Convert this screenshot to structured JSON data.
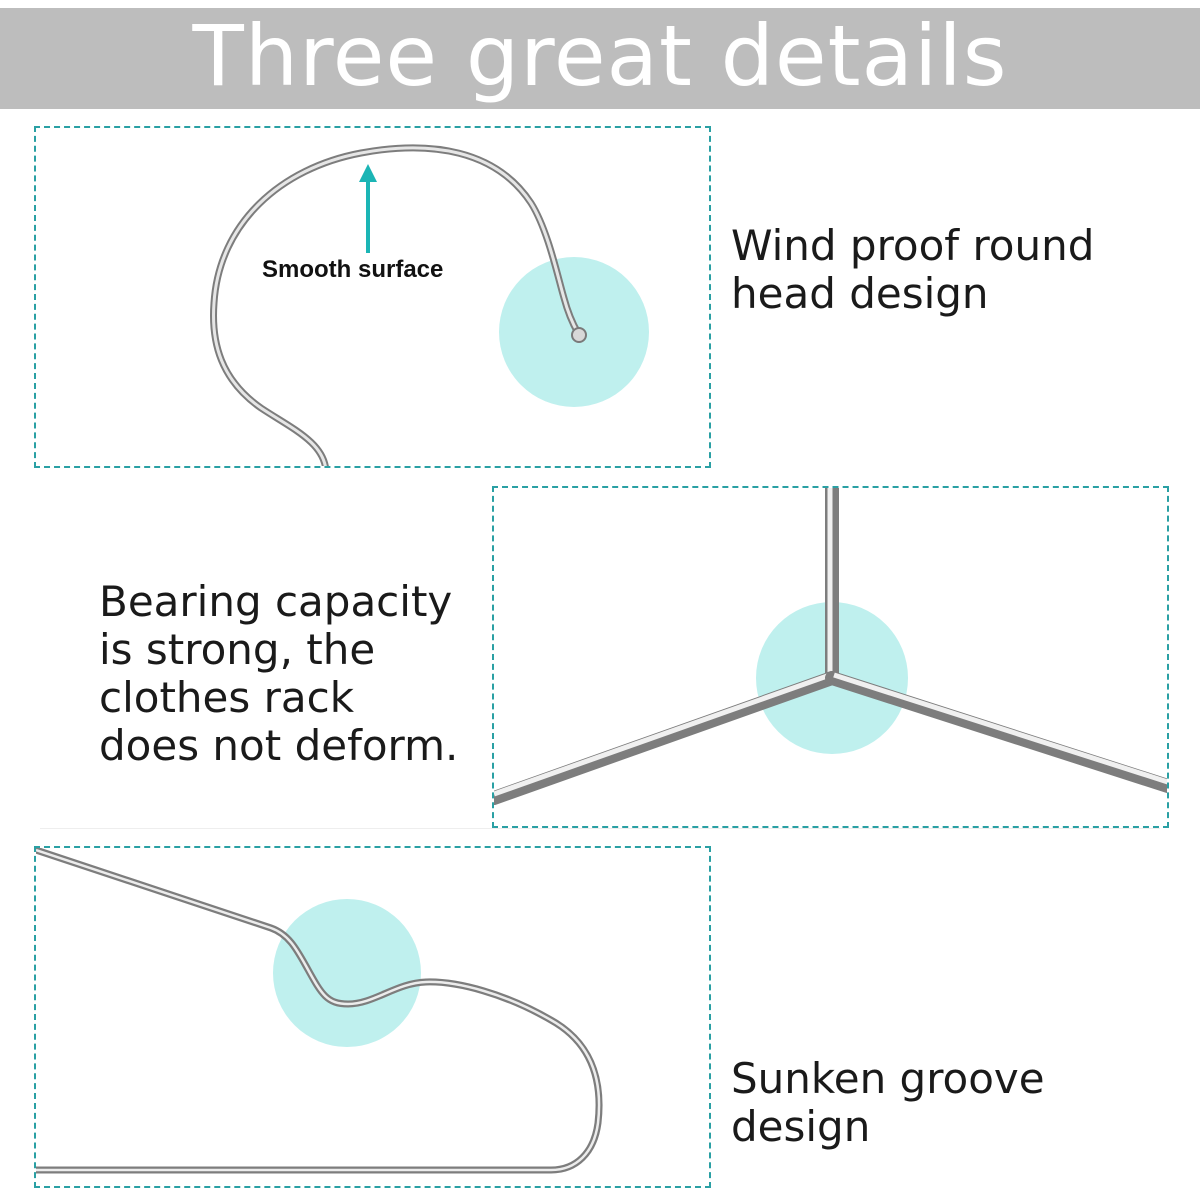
{
  "header": {
    "title": "Three great details"
  },
  "colors": {
    "accent": "#2aa0a4",
    "highlight": "#bff0ee",
    "header_bg": "#bdbdbd",
    "header_text": "#ffffff"
  },
  "details": [
    {
      "text": "Wind proof round\nhead design",
      "callout": "Smooth surface",
      "icon": "hanger-hook-icon"
    },
    {
      "text": "Bearing capacity\nis strong, the\nclothes rack\ndoes not deform.",
      "icon": "hanger-joint-icon"
    },
    {
      "text": "Sunken groove\ndesign",
      "icon": "hanger-groove-icon"
    }
  ]
}
